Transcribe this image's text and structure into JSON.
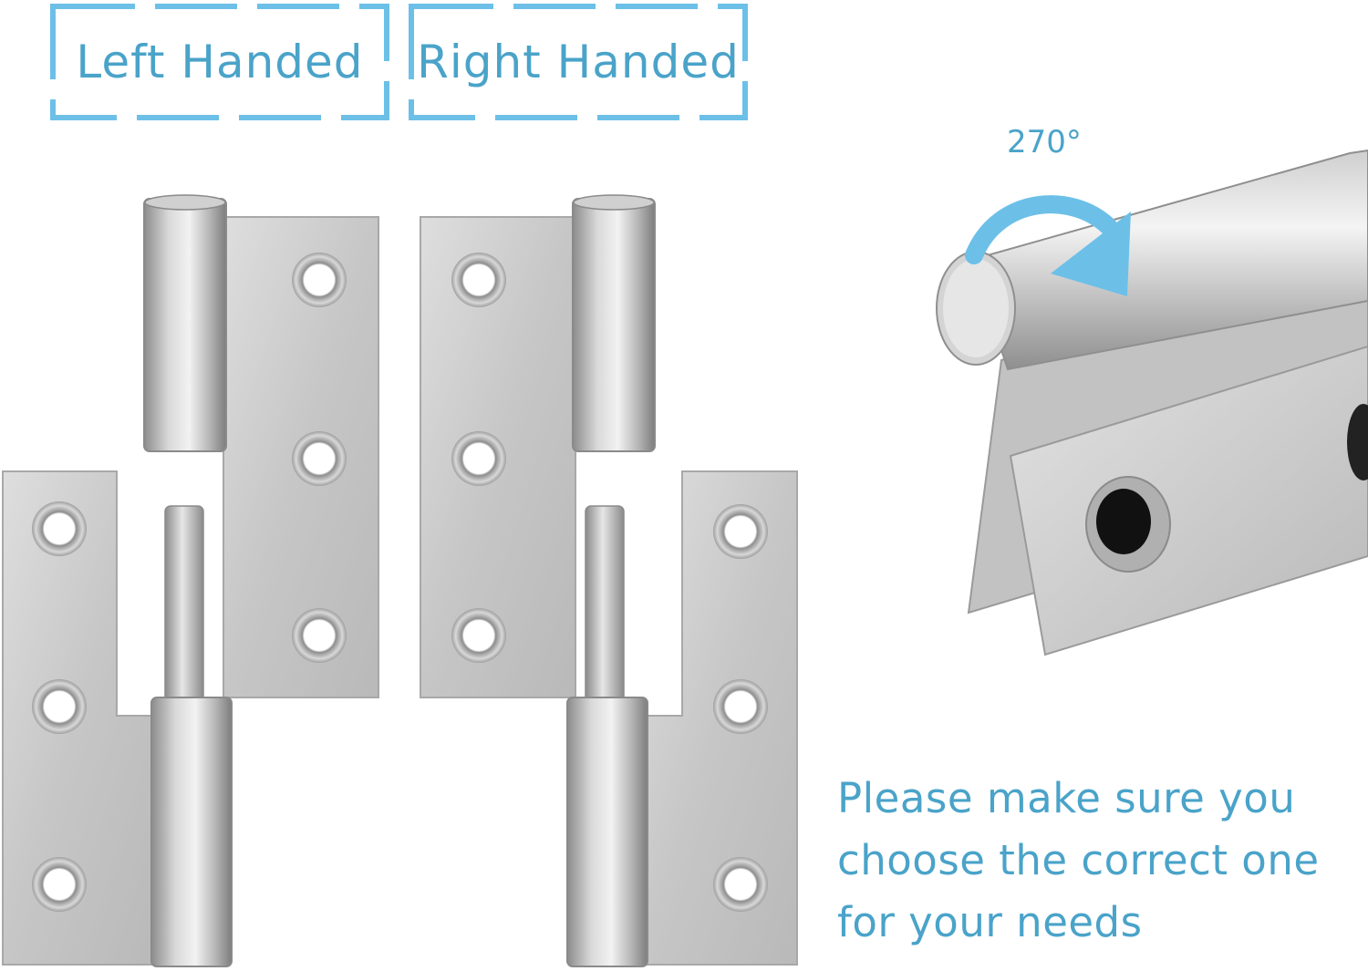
{
  "labels": {
    "left_handed": "Left Handed",
    "right_handed": "Right Handed"
  },
  "rotation": {
    "angle_text": "270°"
  },
  "note": {
    "lines": [
      "Please make sure you",
      "choose the correct one",
      "for your needs"
    ]
  },
  "colors": {
    "accent": "#4aa3c9",
    "arrow": "#6cc0e8",
    "metal_light": "#d2d2d2",
    "metal_dark": "#9a9a9a",
    "hole": "#ffffff"
  }
}
